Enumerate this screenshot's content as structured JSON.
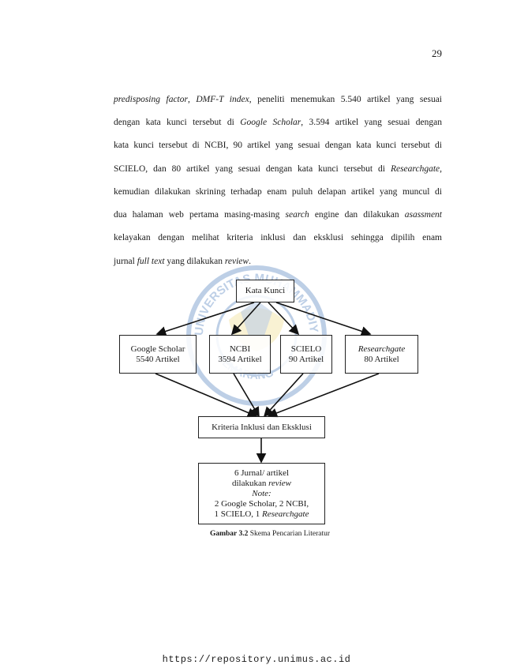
{
  "page_number": "29",
  "paragraph": {
    "lines": [
      [
        {
          "t": "predisposing factor",
          "i": true
        },
        {
          "t": ", "
        },
        {
          "t": "DMF-T index",
          "i": true
        },
        {
          "t": ", peneliti menemukan 5.540 artikel yang sesuai"
        }
      ],
      [
        {
          "t": "dengan kata kunci tersebut di "
        },
        {
          "t": "Google Scholar",
          "i": true
        },
        {
          "t": ", 3.594 artikel yang sesuai dengan"
        }
      ],
      [
        {
          "t": "kata kunci tersebut di NCBI, 90 artikel yang sesuai dengan kata kunci tersebut di"
        }
      ],
      [
        {
          "t": "SCIELO, dan 80 artikel yang sesuai dengan kata kunci tersebut di "
        },
        {
          "t": "Researchgate",
          "i": true
        },
        {
          "t": ","
        }
      ],
      [
        {
          "t": "kemudian dilakukan skrining terhadap enam puluh delapan artikel yang muncul di"
        }
      ],
      [
        {
          "t": "dua halaman web pertama masing-masing "
        },
        {
          "t": "search",
          "i": true
        },
        {
          "t": " engine dan dilakukan "
        },
        {
          "t": "asassment",
          "i": true
        }
      ],
      [
        {
          "t": "kelayakan dengan melihat kriteria inklusi dan eksklusi sehingga dipilih enam"
        }
      ],
      [
        {
          "t": "jurnal "
        },
        {
          "t": "full text",
          "i": true
        },
        {
          "t": " yang dilakukan "
        },
        {
          "t": "review",
          "i": true
        },
        {
          "t": "."
        }
      ]
    ]
  },
  "diagram": {
    "kata_kunci": "Kata Kunci",
    "google_scholar": {
      "name": "Google Scholar",
      "count": "5540 Artikel"
    },
    "ncbi": {
      "name": "NCBI",
      "count": "3594 Artikel"
    },
    "scielo": {
      "name": "SCIELO",
      "count": "90 Artikel"
    },
    "researchgate": {
      "name": "Researchgate",
      "count": "80 Artikel"
    },
    "kriteria": "Kriteria Inklusi dan Eksklusi",
    "result": {
      "line1": "6 Jurnal/ artikel",
      "line2_prefix": "dilakukan ",
      "line2_italic": "review",
      "note": "Note:",
      "line4": "2 Google Scholar, 2 NCBI,",
      "line5_prefix": "1 SCIELO, 1 ",
      "line5_italic": "Researchgate"
    }
  },
  "caption": {
    "label": "Gambar 3.2",
    "text": " Skema Pencarian Literatur"
  },
  "watermark": {
    "top_text": "UNIVERSITAS MUHAMMADIYAH",
    "bottom_text": "SEMARANG"
  },
  "footer_url": "https://repository.unimus.ac.id",
  "colors": {
    "text": "#1a1a1a",
    "watermark": "#3b6fb6",
    "watermark_yellow": "#e6c640"
  }
}
